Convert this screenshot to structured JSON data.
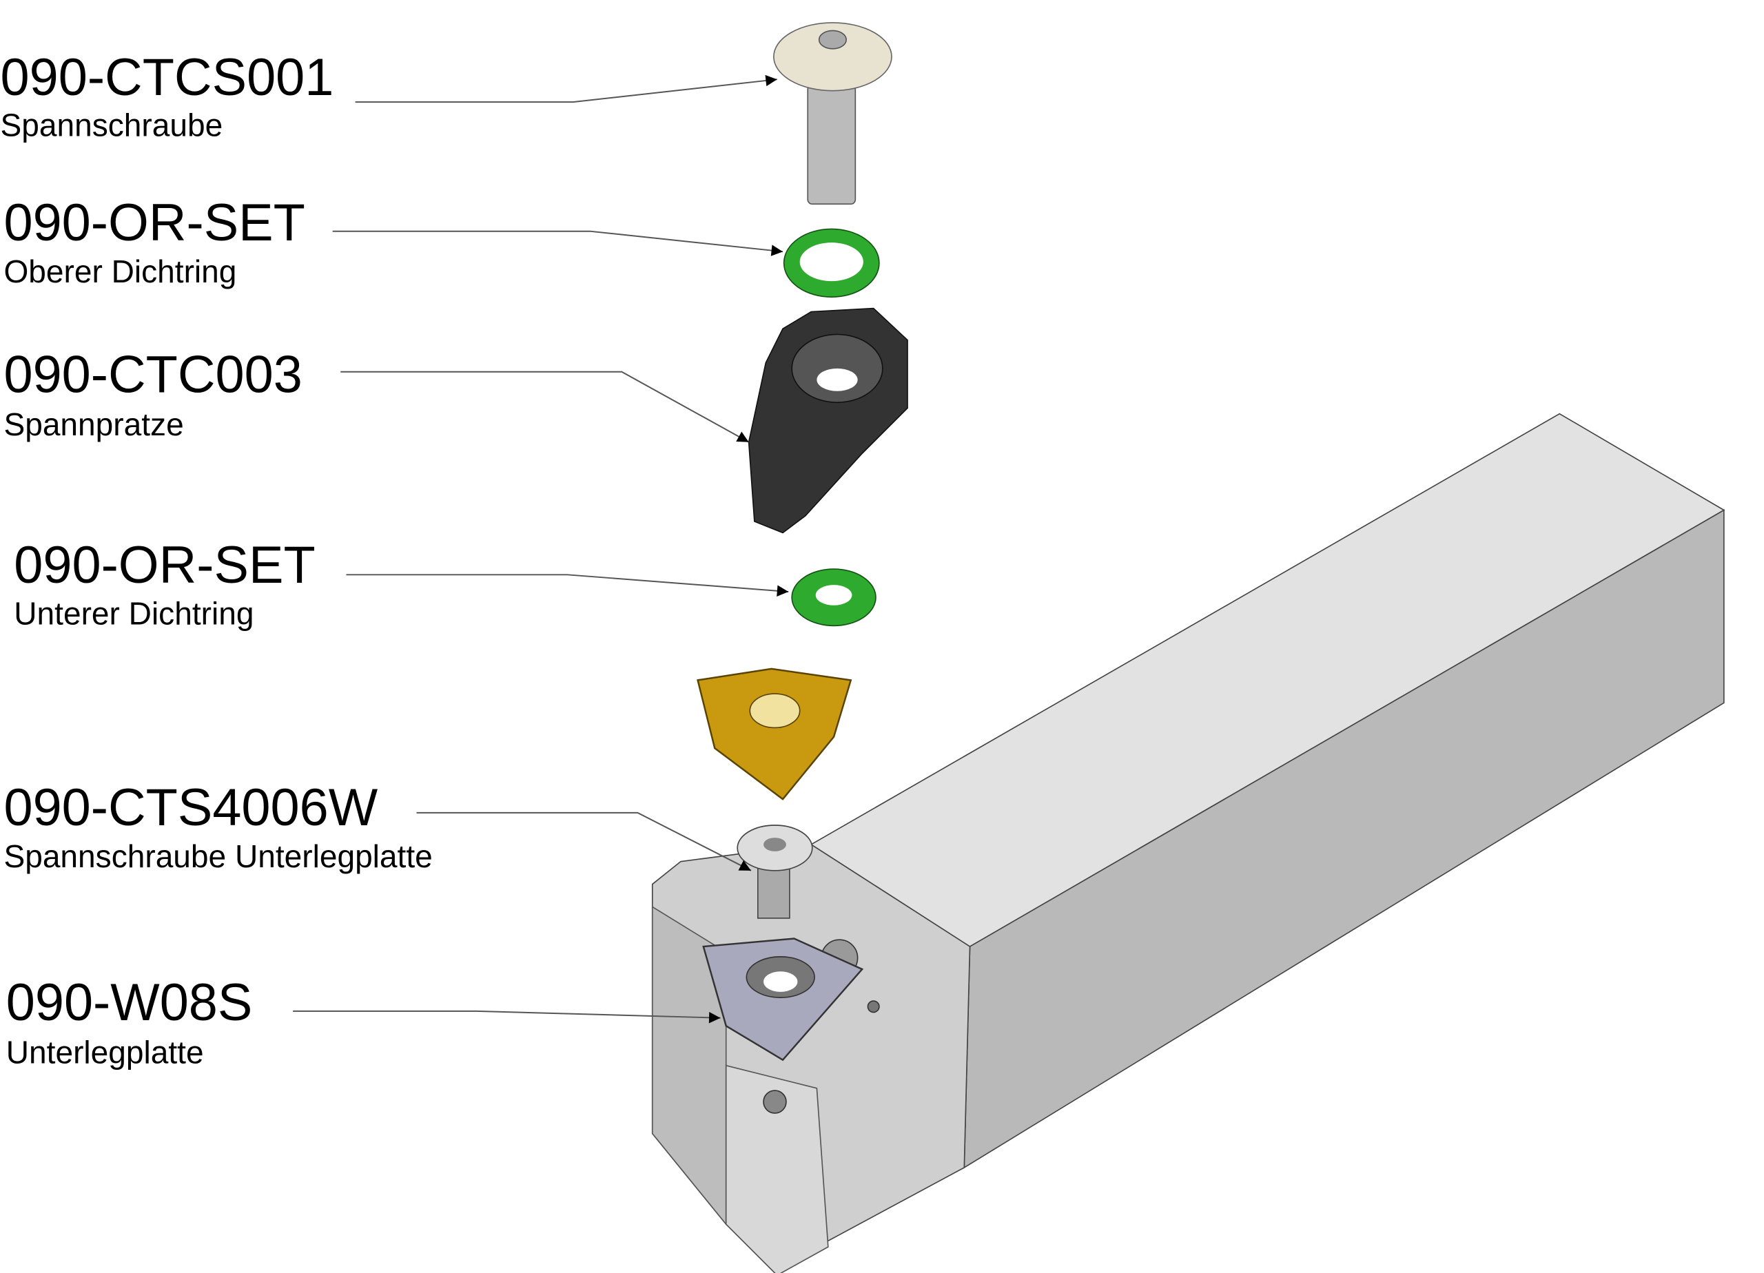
{
  "parts": [
    {
      "number": "090-CTCS001",
      "name": "Spannschraube"
    },
    {
      "number": "090-OR-SET",
      "name": "Oberer Dichtring"
    },
    {
      "number": "090-CTC003",
      "name": "Spannpratze"
    },
    {
      "number": "090-OR-SET",
      "name": "Unterer Dichtring"
    },
    {
      "number": "090-CTS4006W",
      "name": "Spannschraube Unterlegplatte"
    },
    {
      "number": "090-W08S",
      "name": "Unterlegplatte"
    }
  ],
  "colors": {
    "oring": "#2eaa2e",
    "insert": "#c99a10",
    "clamp": "#333333",
    "holder": "#c8c8c8",
    "shim": "#a9a9bd"
  }
}
